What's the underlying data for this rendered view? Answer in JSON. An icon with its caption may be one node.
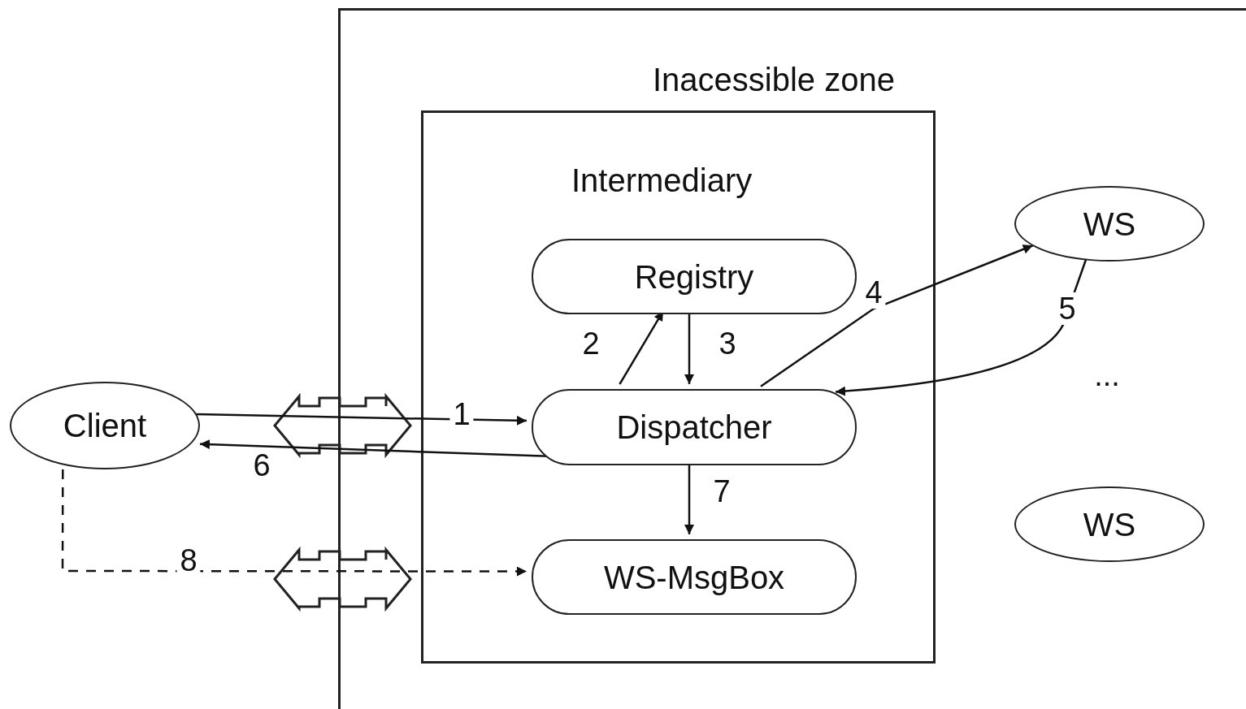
{
  "diagram": {
    "nodes": [
      {
        "text": [
          "Inacessible zone"
        ]
      },
      {
        "text": [
          "Intermediary"
        ],
        "in": 0
      },
      {
        "text": [
          "Registry"
        ],
        "in": 1
      },
      {
        "text": [
          "Dispatcher"
        ],
        "in": 1
      },
      {
        "text": [
          "WS-MsgBox"
        ],
        "in": 1
      },
      {
        "text": [
          "WS"
        ],
        "in": 0
      },
      {
        "text": [
          "WS"
        ],
        "in": 0
      },
      {
        "text": [
          "Client"
        ]
      }
    ],
    "edges": [
      {
        "from": 7,
        "to": 3,
        "arrow": "to",
        "label": "1"
      },
      {
        "from": 3,
        "to": 2,
        "arrow": "to",
        "label": "2"
      },
      {
        "from": 2,
        "to": 3,
        "arrow": "to",
        "label": "3"
      },
      {
        "from": 3,
        "to": 5,
        "arrow": "to",
        "label": "4"
      },
      {
        "from": 5,
        "to": 3,
        "arrow": "to",
        "label": "5"
      },
      {
        "from": 3,
        "to": 7,
        "arrow": "to",
        "label": "6"
      },
      {
        "from": 3,
        "to": 4,
        "arrow": "to",
        "label": "7"
      },
      {
        "from": 7,
        "to": 4,
        "arrow": "to",
        "label": "8",
        "style": "dashed"
      }
    ],
    "labels": [
      "..."
    ]
  }
}
